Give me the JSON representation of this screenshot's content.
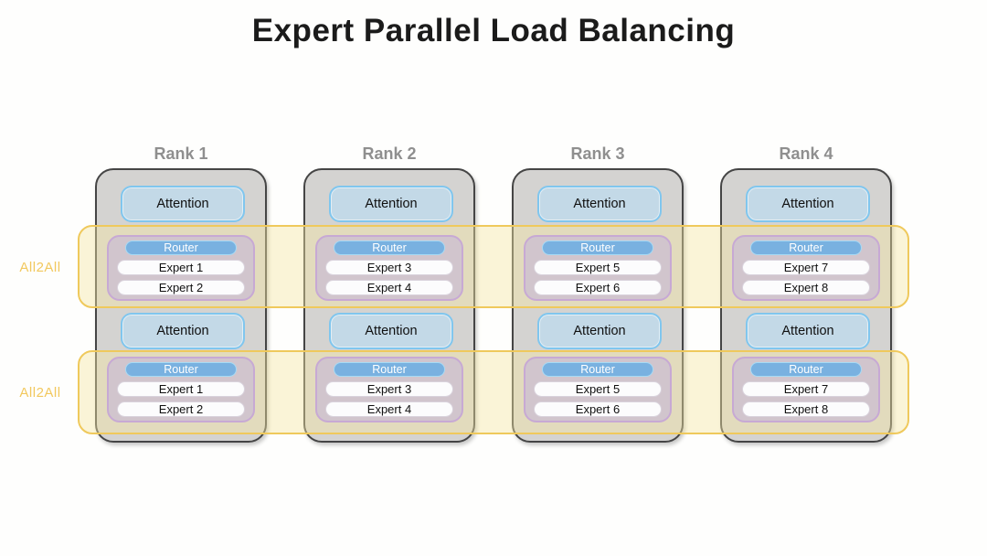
{
  "title": "Expert Parallel Load Balancing",
  "labels": {
    "attention": "Attention",
    "router": "Router",
    "all2all": "All2All"
  },
  "ranks": [
    {
      "label": "Rank 1",
      "experts": [
        "Expert 1",
        "Expert 2"
      ]
    },
    {
      "label": "Rank 2",
      "experts": [
        "Expert 3",
        "Expert 4"
      ]
    },
    {
      "label": "Rank 3",
      "experts": [
        "Expert 5",
        "Expert 6"
      ]
    },
    {
      "label": "Rank 4",
      "experts": [
        "Expert 7",
        "Expert 8"
      ]
    }
  ],
  "colors": {
    "rank_fill": "#d4d3d1",
    "rank_border": "#454545",
    "attention_fill": "#c3d9e7",
    "attention_border": "#80c6ee",
    "band_fill": "rgba(246,230,162,0.42)",
    "band_border": "#efc95c",
    "a2a_color": "#f2c85e",
    "moe_fill": "#d1c5cd",
    "moe_border": "#c7a9d4",
    "router_fill": "#79b1e0",
    "router_border": "#a6daf4",
    "expert_fill": "#fcfcfd",
    "expert_border": "#d9d2dc"
  }
}
